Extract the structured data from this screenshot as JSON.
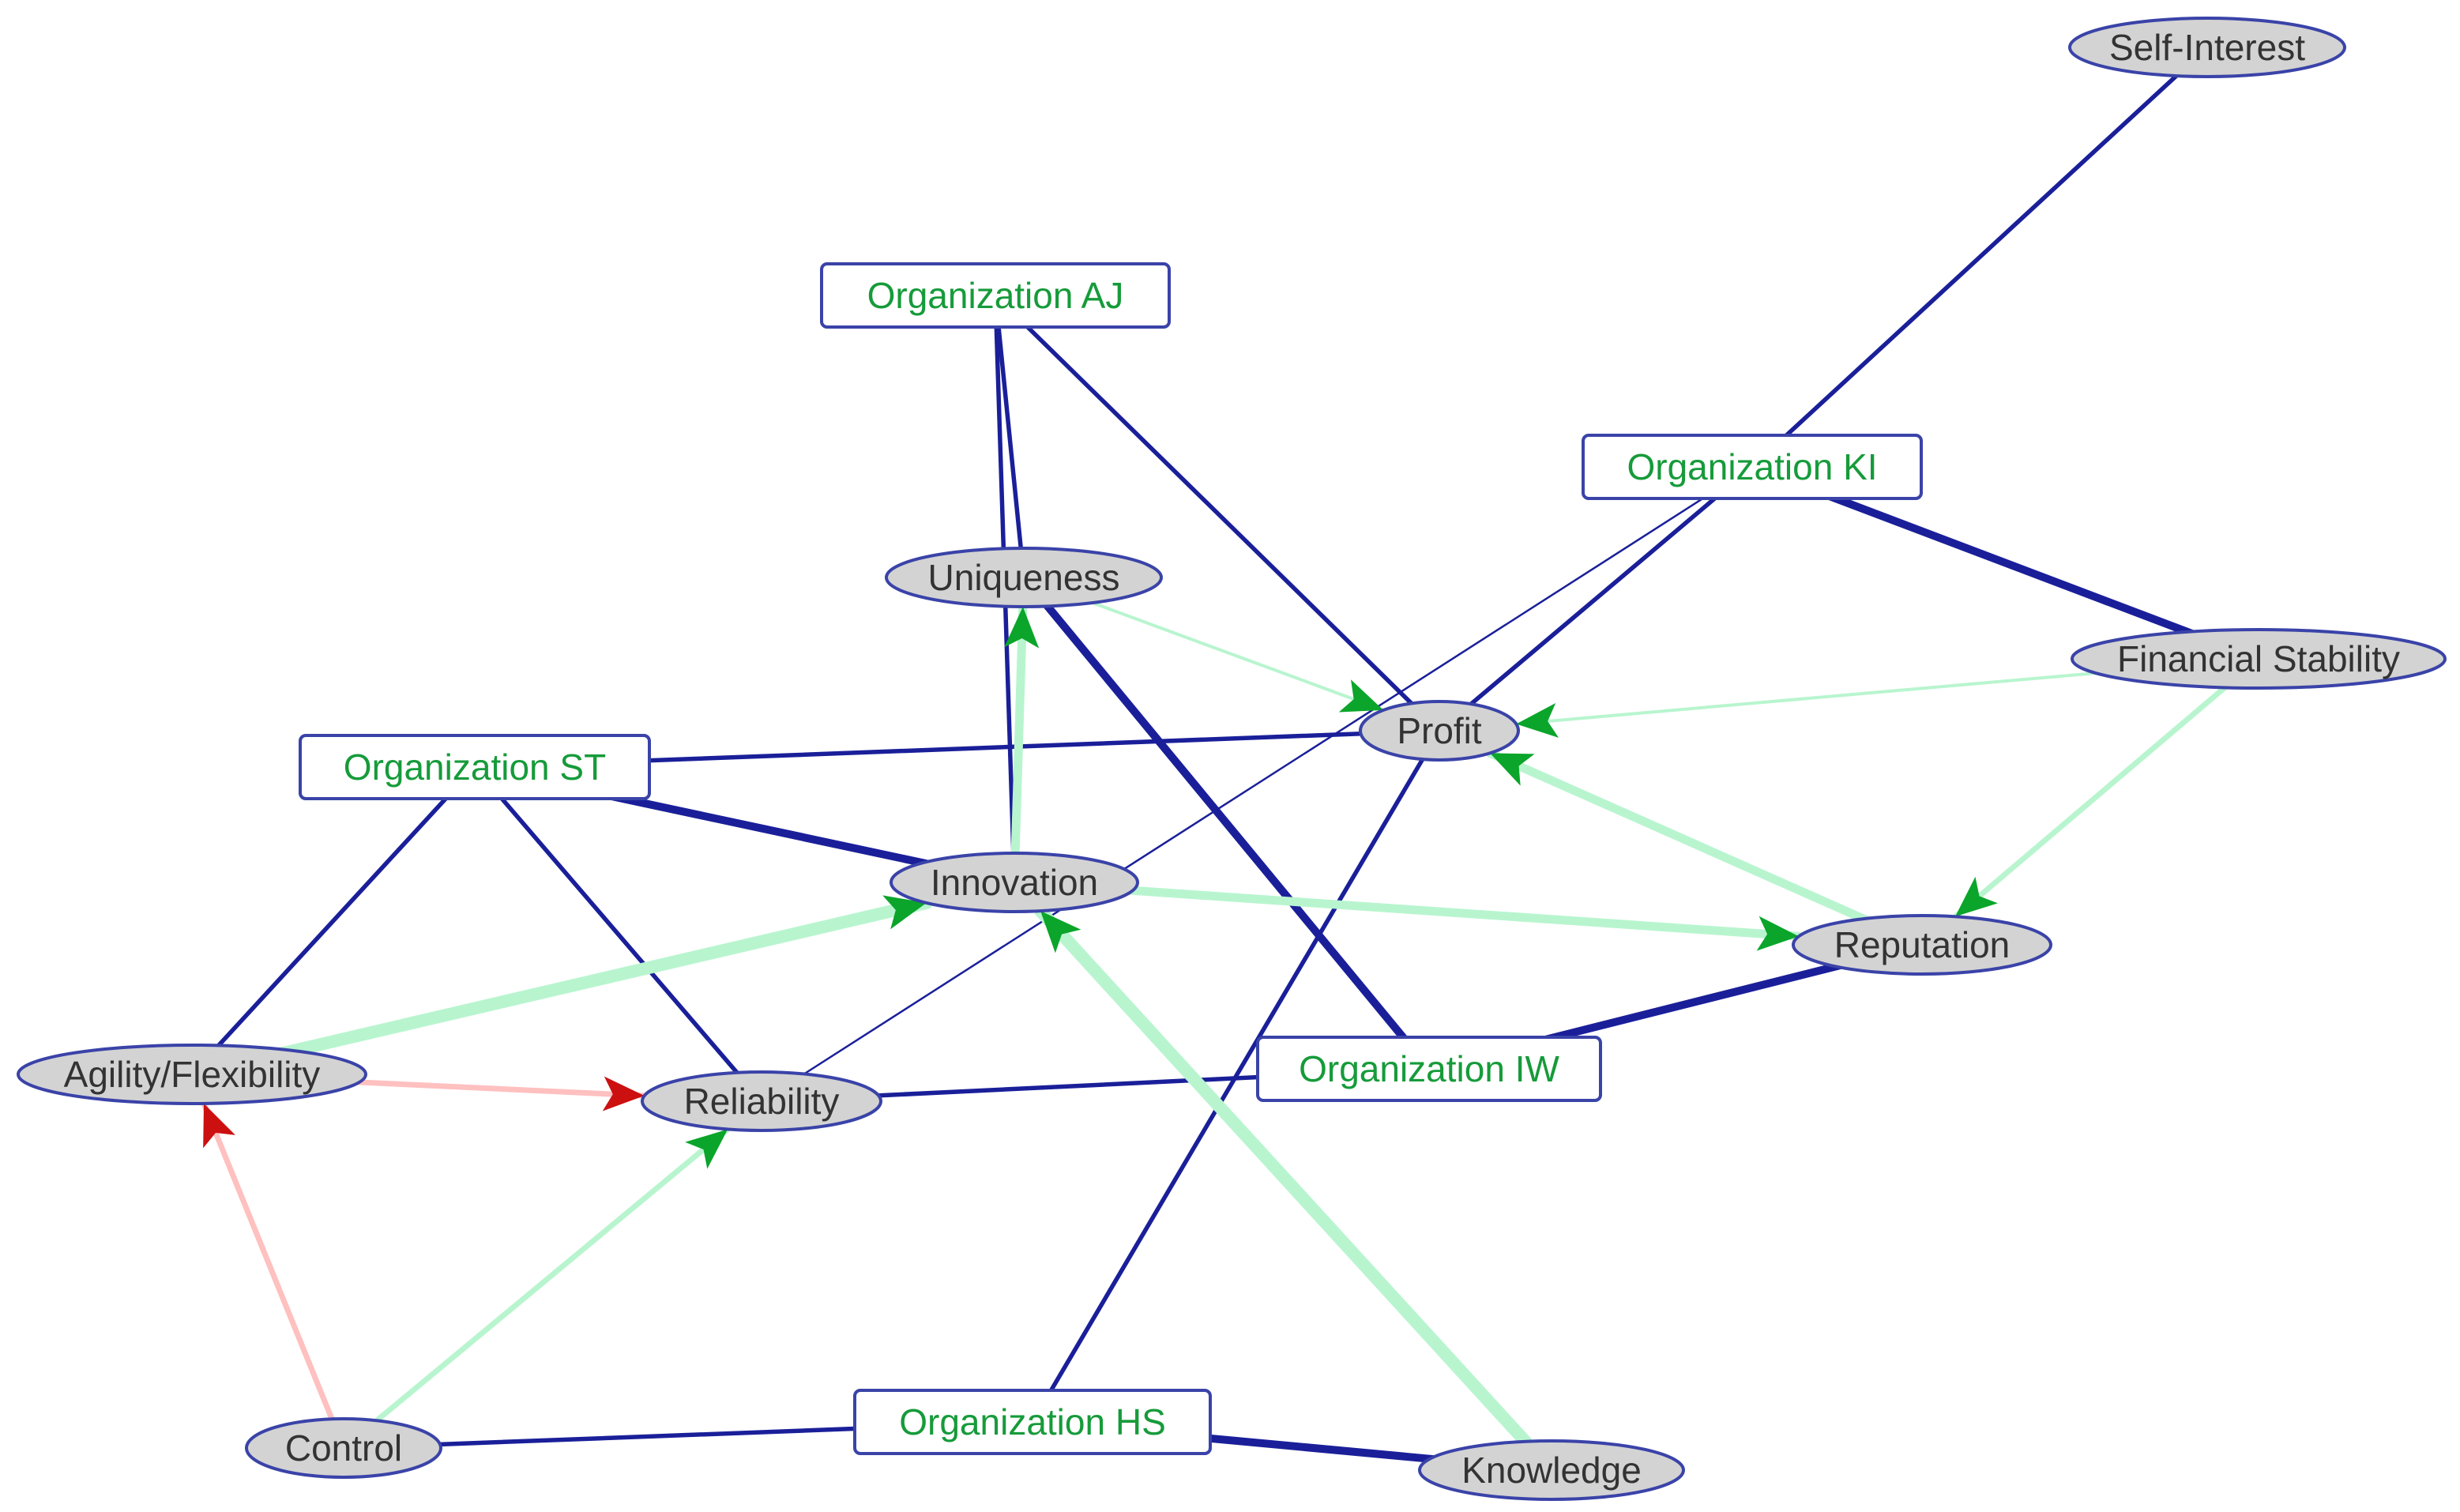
{
  "colors": {
    "background": "#ffffff",
    "org_link": "#1a1f99",
    "positive_link": "#b8f5cf",
    "positive_arrow": "#0aa52a",
    "negative_link": "#ffc0c0",
    "negative_arrow": "#cc1010",
    "concept_fill": "#d3d3d3",
    "concept_stroke": "#3a43a8",
    "org_fill": "#ffffff",
    "org_stroke": "#3a43a8",
    "org_text": "#169b3a",
    "concept_text": "#333333"
  },
  "organizations": [
    {
      "id": "org-aj",
      "label": "Organization AJ"
    },
    {
      "id": "org-ki",
      "label": "Organization KI"
    },
    {
      "id": "org-st",
      "label": "Organization ST"
    },
    {
      "id": "org-iw",
      "label": "Organization IW"
    },
    {
      "id": "org-hs",
      "label": "Organization HS"
    }
  ],
  "concepts": [
    {
      "id": "self-interest",
      "label": "Self-Interest"
    },
    {
      "id": "uniqueness",
      "label": "Uniqueness"
    },
    {
      "id": "financial-stability",
      "label": "Financial Stability"
    },
    {
      "id": "profit",
      "label": "Profit"
    },
    {
      "id": "innovation",
      "label": "Innovation"
    },
    {
      "id": "reputation",
      "label": "Reputation"
    },
    {
      "id": "agility",
      "label": "Agility/Flexibility"
    },
    {
      "id": "reliability",
      "label": "Reliability"
    },
    {
      "id": "control",
      "label": "Control"
    },
    {
      "id": "knowledge",
      "label": "Knowledge"
    }
  ],
  "associations": [
    {
      "from": "org-ki",
      "to": "self-interest",
      "strength": "medium"
    },
    {
      "from": "org-ki",
      "to": "financial-stability",
      "strength": "strong"
    },
    {
      "from": "org-ki",
      "to": "profit",
      "strength": "medium"
    },
    {
      "from": "org-ki",
      "to": "reliability",
      "strength": "weak"
    },
    {
      "from": "org-aj",
      "to": "uniqueness",
      "strength": "medium"
    },
    {
      "from": "org-aj",
      "to": "innovation",
      "strength": "medium"
    },
    {
      "from": "org-aj",
      "to": "profit",
      "strength": "medium"
    },
    {
      "from": "org-st",
      "to": "profit",
      "strength": "medium"
    },
    {
      "from": "org-st",
      "to": "innovation",
      "strength": "strong"
    },
    {
      "from": "org-st",
      "to": "agility",
      "strength": "medium"
    },
    {
      "from": "org-st",
      "to": "reliability",
      "strength": "medium"
    },
    {
      "from": "org-iw",
      "to": "uniqueness",
      "strength": "strong"
    },
    {
      "from": "org-iw",
      "to": "reputation",
      "strength": "strong"
    },
    {
      "from": "org-iw",
      "to": "reliability",
      "strength": "medium"
    },
    {
      "from": "org-hs",
      "to": "profit",
      "strength": "medium"
    },
    {
      "from": "org-hs",
      "to": "control",
      "strength": "medium"
    },
    {
      "from": "org-hs",
      "to": "knowledge",
      "strength": "strong"
    }
  ],
  "influences": [
    {
      "from": "innovation",
      "to": "uniqueness",
      "polarity": "positive",
      "strength": "strong"
    },
    {
      "from": "uniqueness",
      "to": "profit",
      "polarity": "positive",
      "strength": "weak"
    },
    {
      "from": "financial-stability",
      "to": "profit",
      "polarity": "positive",
      "strength": "weak"
    },
    {
      "from": "financial-stability",
      "to": "reputation",
      "polarity": "positive",
      "strength": "medium"
    },
    {
      "from": "reputation",
      "to": "profit",
      "polarity": "positive",
      "strength": "strong"
    },
    {
      "from": "innovation",
      "to": "reputation",
      "polarity": "positive",
      "strength": "strong"
    },
    {
      "from": "agility",
      "to": "innovation",
      "polarity": "positive",
      "strength": "heavy"
    },
    {
      "from": "knowledge",
      "to": "innovation",
      "polarity": "positive",
      "strength": "heavy"
    },
    {
      "from": "control",
      "to": "reliability",
      "polarity": "positive",
      "strength": "medium"
    },
    {
      "from": "control",
      "to": "agility",
      "polarity": "negative",
      "strength": "medium"
    },
    {
      "from": "agility",
      "to": "reliability",
      "polarity": "negative",
      "strength": "medium"
    }
  ]
}
